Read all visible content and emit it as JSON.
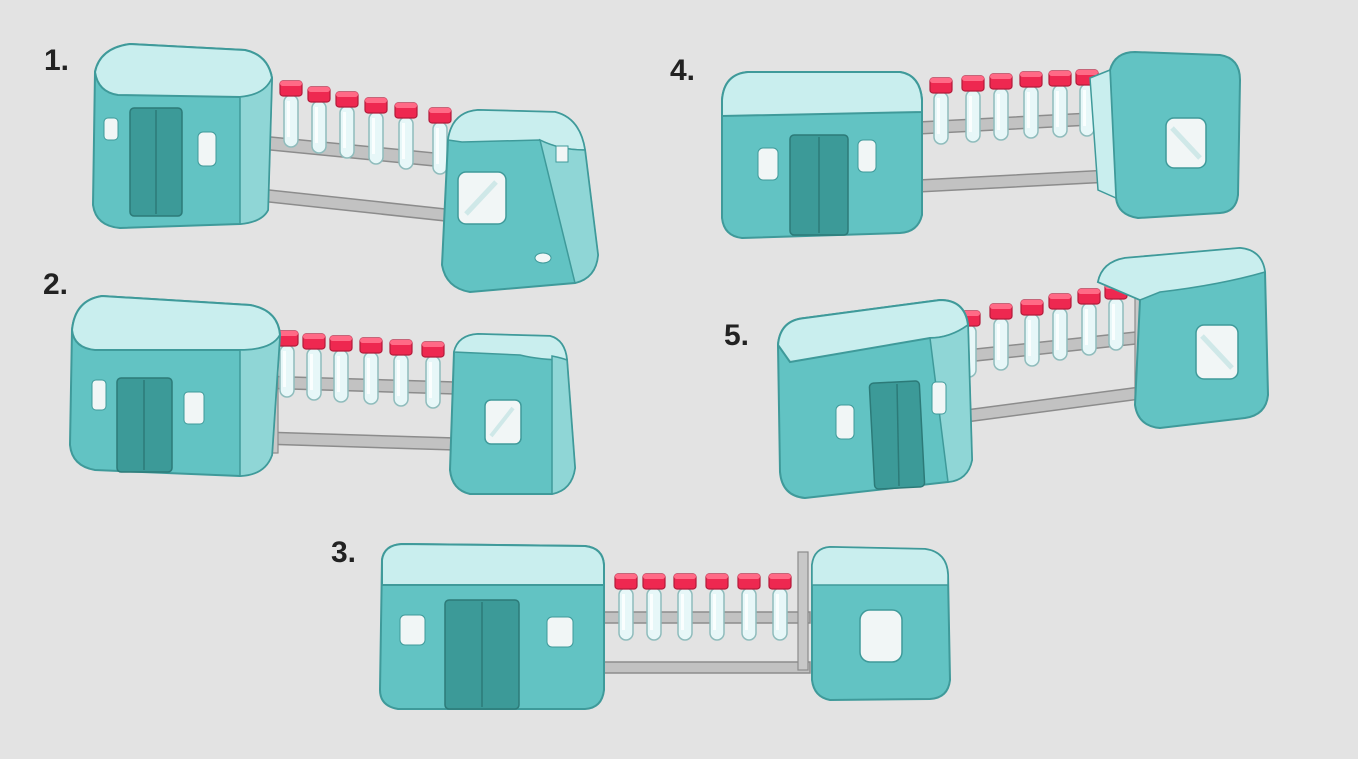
{
  "colors": {
    "background": "#e3e3e3",
    "cabin_light": "#c9eeee",
    "cabin_body": "#62c3c3",
    "cabin_outline": "#3f9a9a",
    "door": "#3c9a98",
    "window": "#f1f6f6",
    "rack_gray": "#b7b7b7",
    "tube_glass": "#e7f7f8",
    "cap_red": "#ee2850"
  },
  "variants": [
    {
      "label": "1.",
      "icon": "lab-capsule-tube-rack"
    },
    {
      "label": "2.",
      "icon": "lab-capsule-tube-rack"
    },
    {
      "label": "3.",
      "icon": "lab-capsule-tube-rack"
    },
    {
      "label": "4.",
      "icon": "lab-capsule-tube-rack"
    },
    {
      "label": "5.",
      "icon": "lab-capsule-tube-rack"
    }
  ]
}
